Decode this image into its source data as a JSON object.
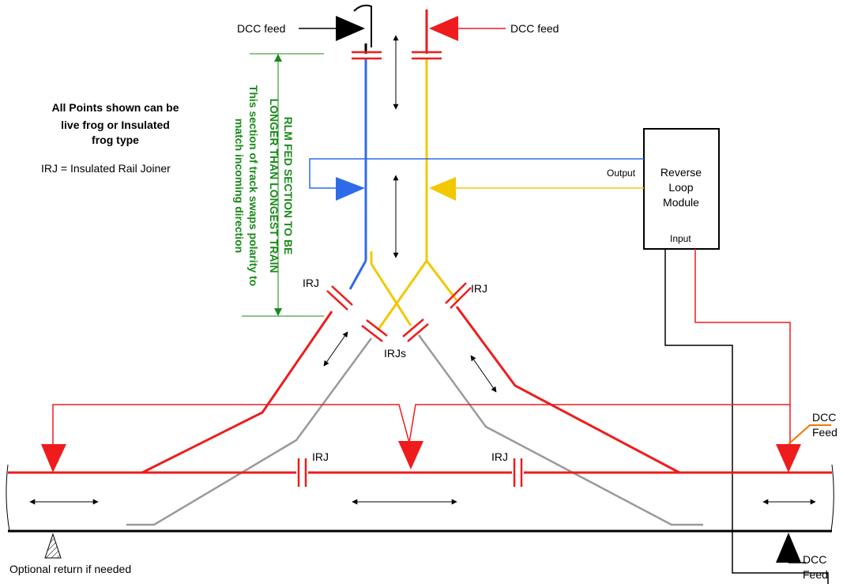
{
  "labels": {
    "dcc_feed_left": "DCC feed",
    "dcc_feed_right": "DCC feed",
    "notes_line1": "All Points shown can be",
    "notes_line2": "live frog or Insulated",
    "notes_line3": "frog type",
    "irj_definition": "IRJ = Insulated Rail Joiner",
    "rlm_line1": "RLM FED SECTION TO BE",
    "rlm_line2": "LONGER THAN LONGEST TRAIN",
    "rlm_line3": "This section of track swaps polarity to",
    "rlm_line4": "match incoming direction",
    "output": "Output",
    "input": "Input",
    "module_line1": "Reverse",
    "module_line2": "Loop",
    "module_line3": "Module",
    "irj_left": "IRJ",
    "irj_right": "IRJ",
    "irjs_center": "IRJs",
    "irj_main_left": "IRJ",
    "irj_main_right": "IRJ",
    "dcc_feed_mid_line1": "DCC",
    "dcc_feed_mid_line2": "Feed",
    "dcc_feed_bottom_line1": "DCC",
    "dcc_feed_bottom_line2": "Feed",
    "optional_return": "Optional return if needed"
  },
  "colors": {
    "red": "#ee1c1c",
    "blue": "#2f6be8",
    "yellow": "#f2c800",
    "gray": "#9a9a9a",
    "black": "#000000",
    "orange": "#f07800",
    "green": "#1a8a1a",
    "feed_blue": "#2f6be8"
  }
}
